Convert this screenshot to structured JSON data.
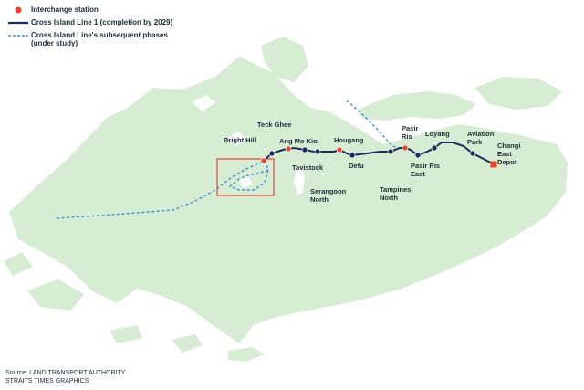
{
  "legend": {
    "interchange": "Interchange station",
    "line1": "Cross Island Line 1 (completion by 2029)",
    "subsequent_line1": "Cross Island Line's subsequent phases",
    "subsequent_line2": "(under study)"
  },
  "colors": {
    "land": "#d6ecd3",
    "sea": "#ffffff",
    "line": "#1c2a5c",
    "station": "#1c2a5c",
    "interchange": "#e8442e",
    "depot": "#e8442e",
    "dashed": "#3f8fd8",
    "highlight_box": "#e0443a",
    "water": "#ffffff"
  },
  "stations": [
    {
      "id": "bright-hill",
      "label": [
        "Bright Hill"
      ],
      "interchange": true
    },
    {
      "id": "teck-ghee",
      "label": [
        "Teck Ghee"
      ],
      "interchange": false
    },
    {
      "id": "ang-mo-kio",
      "label": [
        "Ang Mo Kio"
      ],
      "interchange": true
    },
    {
      "id": "tavistock",
      "label": [
        "Tavistock"
      ],
      "interchange": false
    },
    {
      "id": "serangoon-north",
      "label": [
        "Serangoon",
        "North"
      ],
      "interchange": false
    },
    {
      "id": "hougang",
      "label": [
        "Hougang"
      ],
      "interchange": true
    },
    {
      "id": "defu",
      "label": [
        "Defu"
      ],
      "interchange": false
    },
    {
      "id": "tampines-north",
      "label": [
        "Tampines",
        "North"
      ],
      "interchange": false
    },
    {
      "id": "pasir-ris",
      "label": [
        "Pasir",
        "Ris"
      ],
      "interchange": true
    },
    {
      "id": "pasir-ris-east",
      "label": [
        "Pasir Ris",
        "East"
      ],
      "interchange": false
    },
    {
      "id": "loyang",
      "label": [
        "Loyang"
      ],
      "interchange": false
    },
    {
      "id": "aviation-park",
      "label": [
        "Aviation",
        "Park"
      ],
      "interchange": false
    },
    {
      "id": "changi-east-depot",
      "label": [
        "Changi",
        "East",
        "Depot"
      ],
      "depot": true
    }
  ],
  "source": {
    "line1": "Source: LAND TRANSPORT AUTHORITY",
    "line2": "STRAITS TIMES GRAPHICS"
  }
}
